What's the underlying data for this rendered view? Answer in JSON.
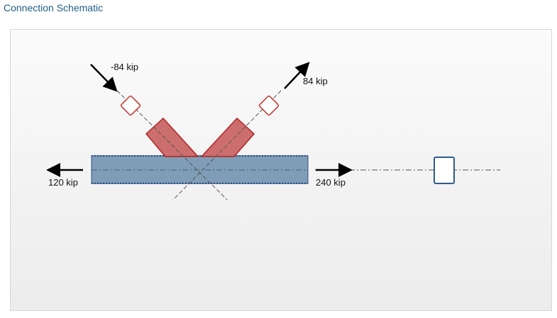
{
  "header": {
    "title": "Connection Schematic"
  },
  "diagram": {
    "loads": {
      "brace_left": "-84 kip",
      "brace_right": "84 kip",
      "beam_left": "120 kip",
      "beam_right": "240 kip"
    },
    "colors": {
      "title": "#1f5f86",
      "beam_fill": "#7f9db6",
      "beam_edge": "#2e4f86",
      "brace_fill": "#cc6e6e",
      "brace_edge": "#b22222",
      "arrow": "#000000",
      "centerline": "#555555",
      "member_box": "#2e5b8a"
    },
    "icons": {
      "load_arrow": "arrow-icon",
      "brace_node": "diamond-node-icon",
      "column_section": "rectangle-section-icon"
    }
  }
}
